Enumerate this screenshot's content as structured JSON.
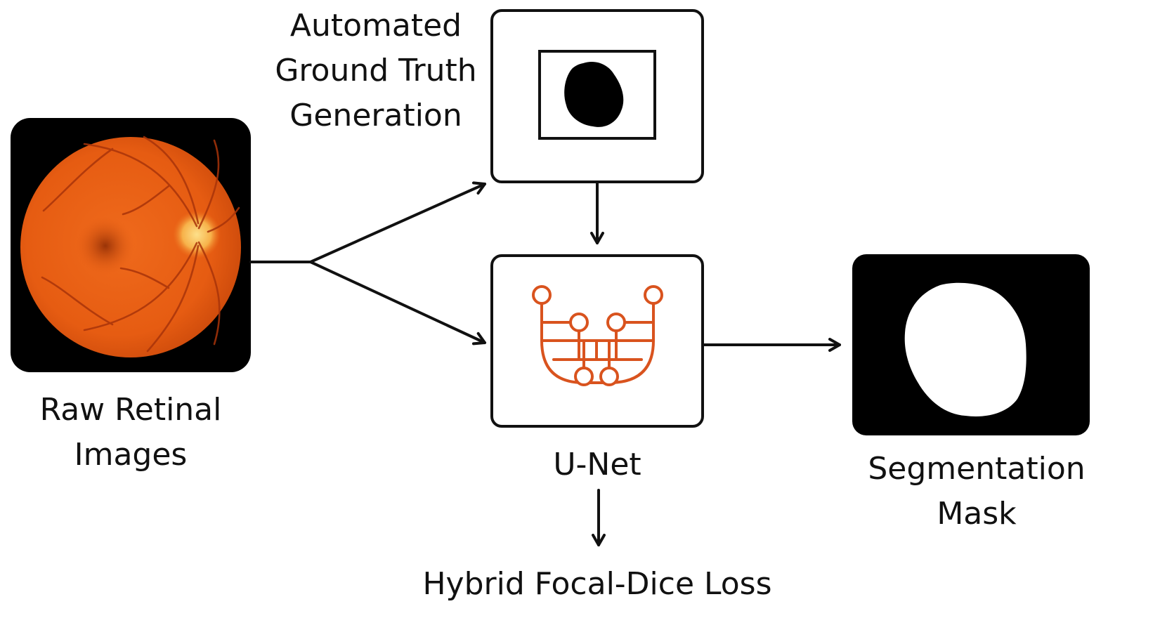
{
  "nodes": {
    "raw_images": {
      "label_line1": "Raw Retinal",
      "label_line2": "Images"
    },
    "ground_truth": {
      "label_line1": "Automated",
      "label_line2": "Ground Truth",
      "label_line3": "Generation"
    },
    "unet": {
      "label": "U-Net"
    },
    "segmentation": {
      "label_line1": "Segmentation",
      "label_line2": "Mask"
    },
    "loss": {
      "label": "Hybrid Focal-Dice Loss"
    }
  },
  "colors": {
    "stroke": "#111111",
    "fundus_orange": "#e65c12",
    "fundus_dark": "#b83a05",
    "optic_disc": "#f7b24a",
    "unet_icon": "#d9531e",
    "mask_background": "#000000",
    "mask_foreground": "#ffffff"
  },
  "icons": {
    "raw_images": "retinal-fundus-photo",
    "ground_truth": "binary-mask-thumbnail",
    "unet": "u-net-architecture-icon",
    "segmentation": "segmentation-mask-icon"
  }
}
